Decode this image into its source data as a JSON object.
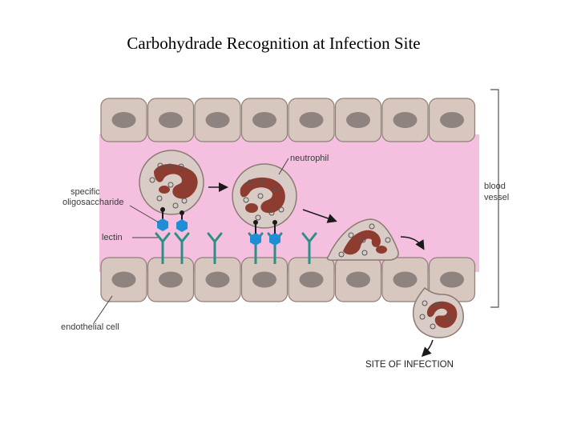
{
  "title": "Carbohydrade Recognition at Infection Site",
  "labels": {
    "neutrophil": "neutrophil",
    "specific_line1": "specific",
    "specific_line2": "oligosaccharide",
    "lectin": "lectin",
    "blood_line1": "blood",
    "blood_line2": "vessel",
    "endothelial": "endothelial cell",
    "site": "SITE OF INFECTION"
  },
  "colors": {
    "lumen": "#f5c0e0",
    "cell_fill": "#d8c7bf",
    "cell_stroke": "#8e7f78",
    "nucleus": "#8f8380",
    "neutrophil_fill": "#d9ccc6",
    "neutrophil_nucleus": "#8e3b30",
    "lectin": "#2c8f86",
    "sugar": "#1e8ed6"
  }
}
